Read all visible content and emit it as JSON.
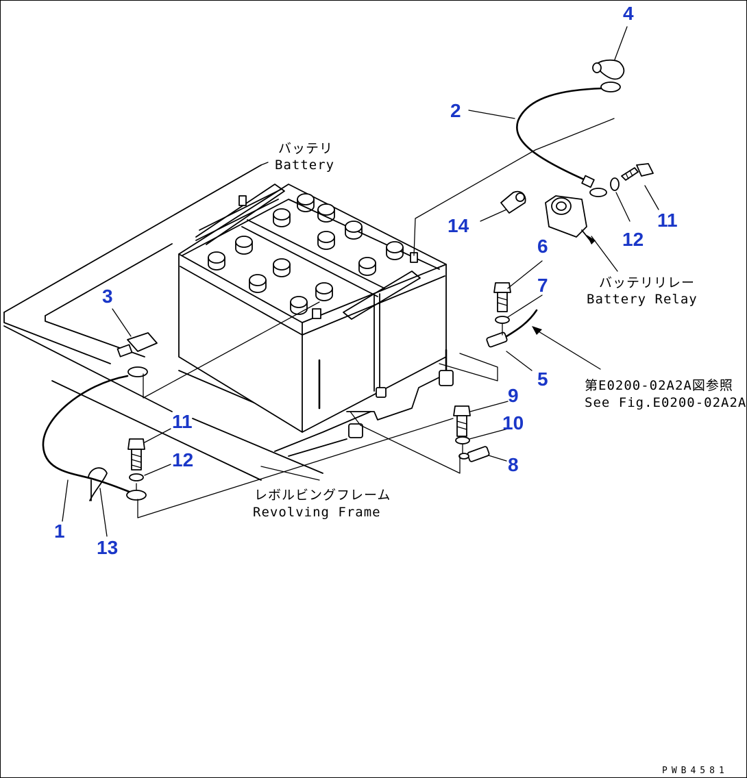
{
  "callouts": {
    "c1": "1",
    "c2": "2",
    "c3": "3",
    "c4": "4",
    "c5": "5",
    "c6": "6",
    "c7": "7",
    "c8": "8",
    "c9": "9",
    "c10": "10",
    "c11a": "11",
    "c11b": "11",
    "c12a": "12",
    "c12b": "12",
    "c13": "13",
    "c14": "14"
  },
  "labels": {
    "battery_jp": "バッテリ",
    "battery_en": "Battery",
    "relay_jp": "バッテリリレー",
    "relay_en": "Battery Relay",
    "frame_jp": "レボルビングフレーム",
    "frame_en": "Revolving Frame",
    "ref_jp": "第E0200-02A2A図参照",
    "ref_en": "See Fig.E0200-02A2A"
  },
  "drawing_number": "PWB4581",
  "colors": {
    "callout": "#1a37c8",
    "line": "#000000",
    "background": "#ffffff"
  }
}
